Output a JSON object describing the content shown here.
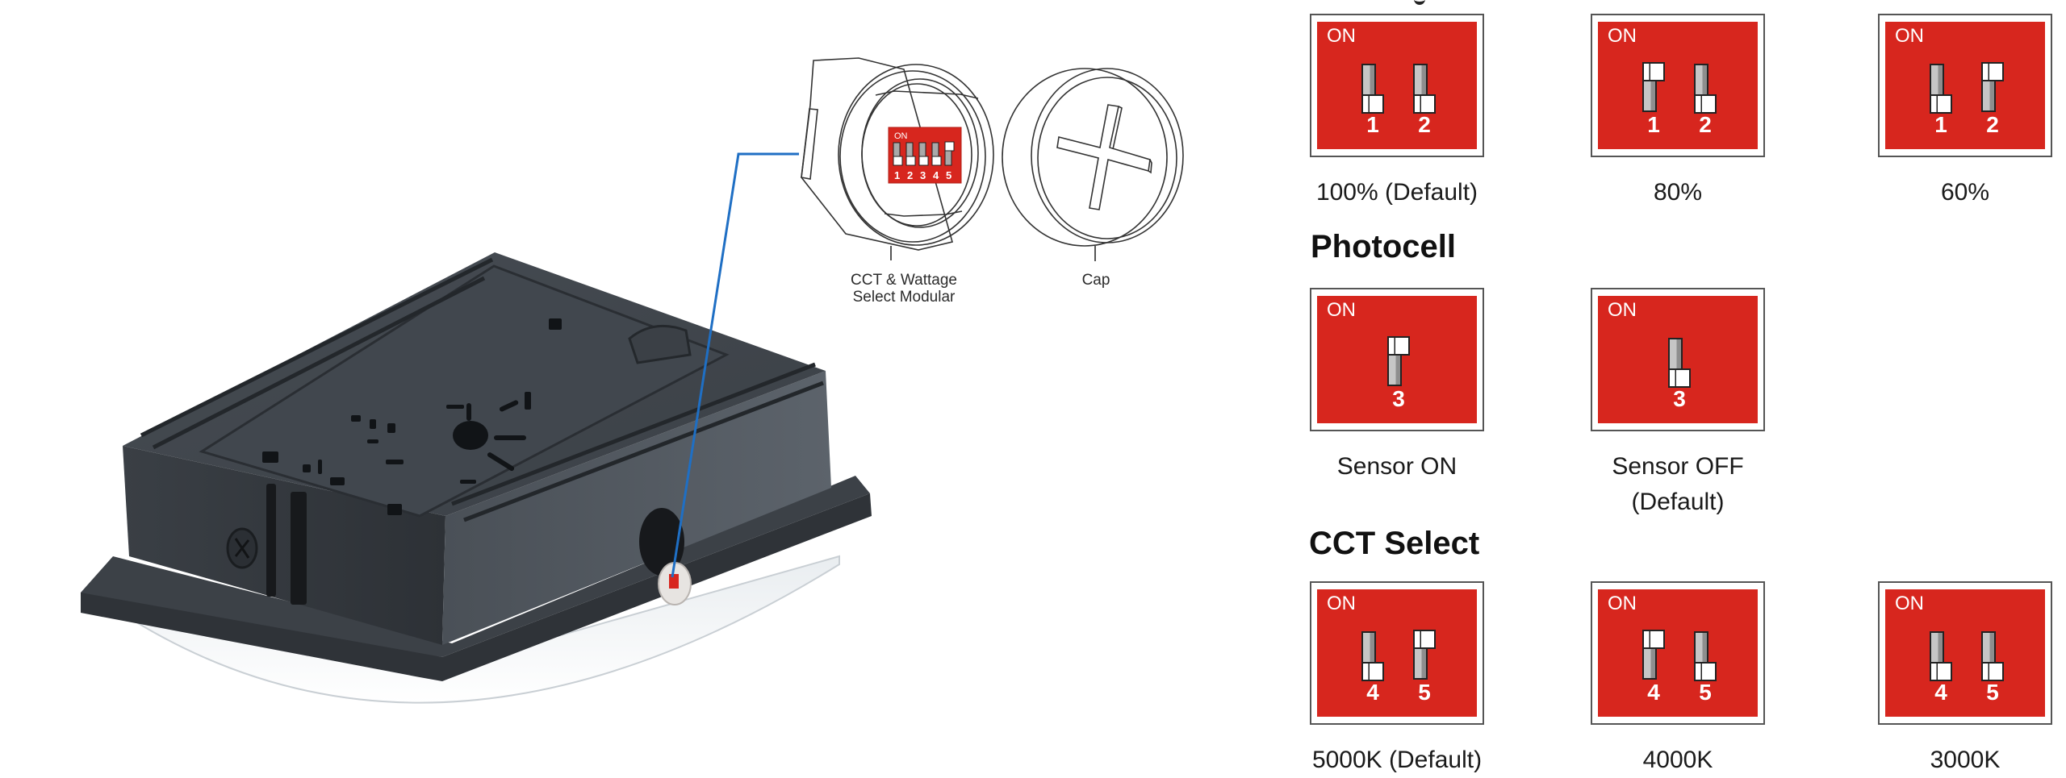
{
  "diagram": {
    "callouts": {
      "module_label_line1": "CCT & Wattage",
      "module_label_line2": "Select Modular",
      "cap_label": "Cap"
    },
    "module_dip": {
      "on_label": "ON",
      "switches": [
        {
          "number": "1",
          "state": "off"
        },
        {
          "number": "2",
          "state": "off"
        },
        {
          "number": "3",
          "state": "off"
        },
        {
          "number": "4",
          "state": "off"
        },
        {
          "number": "5",
          "state": "on"
        }
      ]
    },
    "colors": {
      "dip_red": "#d7261e",
      "leader_blue": "#1f6fc4",
      "fixture_body": "#3e4348"
    }
  },
  "sections": {
    "wattage": {
      "heading": "",
      "settings": [
        {
          "label": "100% (Default)",
          "on_label": "ON",
          "switches": [
            {
              "number": "1",
              "state": "off"
            },
            {
              "number": "2",
              "state": "off"
            }
          ]
        },
        {
          "label": "80%",
          "on_label": "ON",
          "switches": [
            {
              "number": "1",
              "state": "on"
            },
            {
              "number": "2",
              "state": "off"
            }
          ]
        },
        {
          "label": "60%",
          "on_label": "ON",
          "switches": [
            {
              "number": "1",
              "state": "off"
            },
            {
              "number": "2",
              "state": "on"
            }
          ]
        }
      ]
    },
    "photocell": {
      "heading": "Photocell",
      "settings": [
        {
          "label": "Sensor ON",
          "on_label": "ON",
          "switches": [
            {
              "number": "3",
              "state": "on"
            }
          ]
        },
        {
          "label_line1": "Sensor OFF",
          "label_line2": "(Default)",
          "on_label": "ON",
          "switches": [
            {
              "number": "3",
              "state": "off"
            }
          ]
        }
      ]
    },
    "cct": {
      "heading": "CCT Select",
      "settings": [
        {
          "label": "5000K (Default)",
          "on_label": "ON",
          "switches": [
            {
              "number": "4",
              "state": "off"
            },
            {
              "number": "5",
              "state": "on"
            }
          ]
        },
        {
          "label": "4000K",
          "on_label": "ON",
          "switches": [
            {
              "number": "4",
              "state": "on"
            },
            {
              "number": "5",
              "state": "off"
            }
          ]
        },
        {
          "label": "3000K",
          "on_label": "ON",
          "switches": [
            {
              "number": "4",
              "state": "off"
            },
            {
              "number": "5",
              "state": "off"
            }
          ]
        }
      ]
    }
  }
}
